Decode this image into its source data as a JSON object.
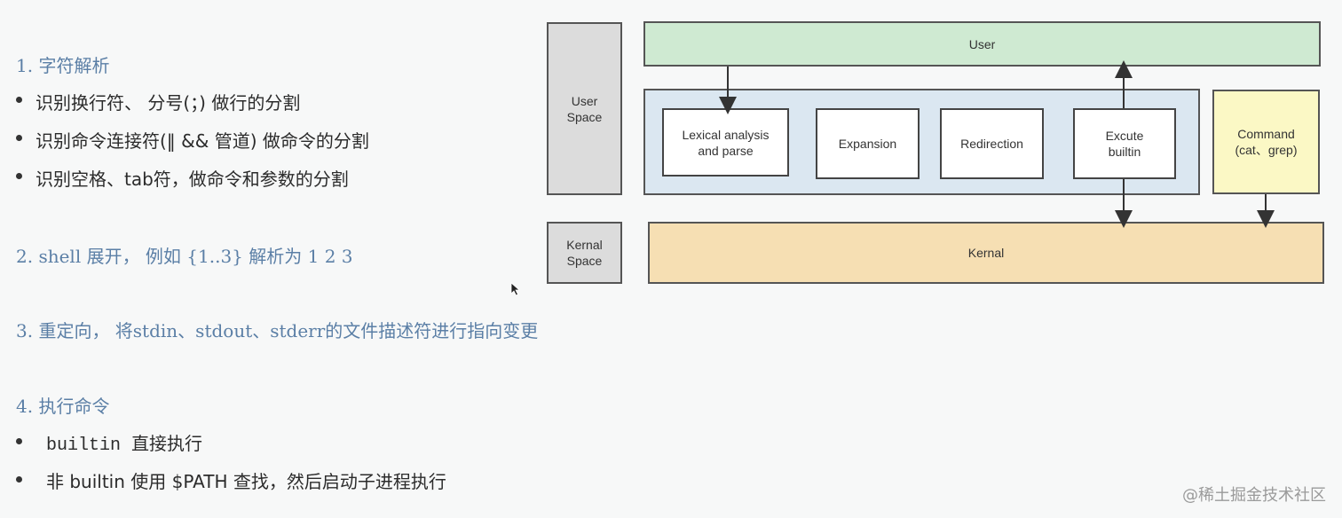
{
  "sections": {
    "s1_heading": "1.  字符解析",
    "s1_items": [
      "识别换行符、 分号(；) 做行的分割",
      "识别命令连接符(‖ && 管道) 做命令的分割",
      "识别空格、tab符，做命令和参数的分割"
    ],
    "s2_heading": "2.  shell 展开，  例如 {1..3} 解析为   1 2 3",
    "s3_heading": "3.  重定向，  将stdin、stdout、stderr的文件描述符进行指向变更",
    "s4_heading": "4.  执行命令",
    "s4_items": [
      "builtin 直接执行",
      "非 builtin 使用 $PATH 查找，然后启动子进程执行"
    ]
  },
  "diagram": {
    "user_space_label": "User Space",
    "kernal_space_label": "Kernal Space",
    "user_label": "User",
    "lexical_label": "Lexical analysis and parse",
    "expansion_label": "Expansion",
    "redirection_label": "Redirection",
    "excute_label": "Excute builtin",
    "command_label": "Command (cat、grep)",
    "kernal_label": "Kernal"
  },
  "watermark": "@稀土掘金技术社区",
  "colors": {
    "heading": "#5b7fa6",
    "gray_box": "#dcdcdc",
    "user_box": "#cfead2",
    "shell_box": "#dbe7f1",
    "command_box": "#fbf8c5",
    "kernal_box": "#f6dfb3"
  }
}
